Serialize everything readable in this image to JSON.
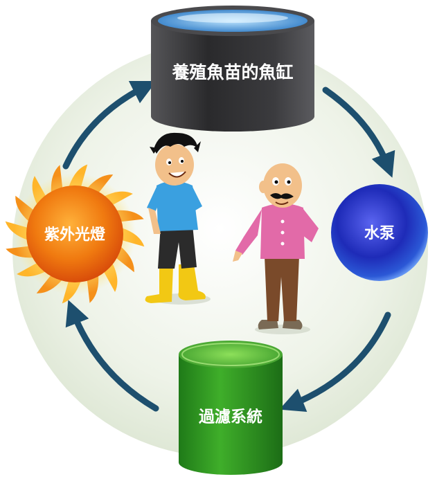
{
  "diagram": {
    "nodes": {
      "fish_tank": {
        "label": "養殖魚苗的魚缸",
        "icon": "black-tank-icon",
        "color": "#3a3a3c"
      },
      "pump": {
        "label": "水泵",
        "icon": "blue-ball-icon",
        "color": "#2a2fa8"
      },
      "filter": {
        "label": "過濾系統",
        "icon": "green-tank-icon",
        "color": "#3a9a2a"
      },
      "uv_lamp": {
        "label": "紫外光燈",
        "icon": "sun-icon",
        "color": "#f07a10"
      }
    },
    "flow": [
      "fish_tank",
      "pump",
      "filter",
      "uv_lamp",
      "fish_tank"
    ],
    "colors": {
      "arrow": "#1d4f6e",
      "background": "#e4ecdc"
    }
  },
  "figures": {
    "boy": {
      "icon": "boy-figure-icon"
    },
    "man": {
      "icon": "bald-man-figure-icon"
    }
  }
}
